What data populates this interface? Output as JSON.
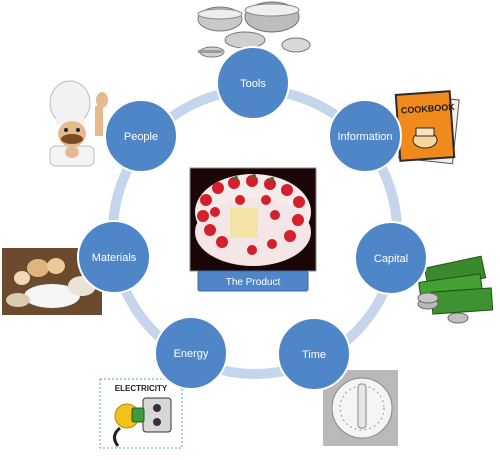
{
  "nodes": [
    {
      "label": "Tools"
    },
    {
      "label": "Information"
    },
    {
      "label": "Capital"
    },
    {
      "label": "Time"
    },
    {
      "label": "Energy"
    },
    {
      "label": "Materials"
    },
    {
      "label": "People"
    }
  ],
  "center": {
    "label": "The Product"
  },
  "images": {
    "cookbook_text": "COOKBOOK",
    "electricity_text": "ELECTRICITY"
  },
  "colors": {
    "node_fill": "#4f86c8",
    "ring": "#c5d6ec",
    "label": "#ffffff"
  }
}
